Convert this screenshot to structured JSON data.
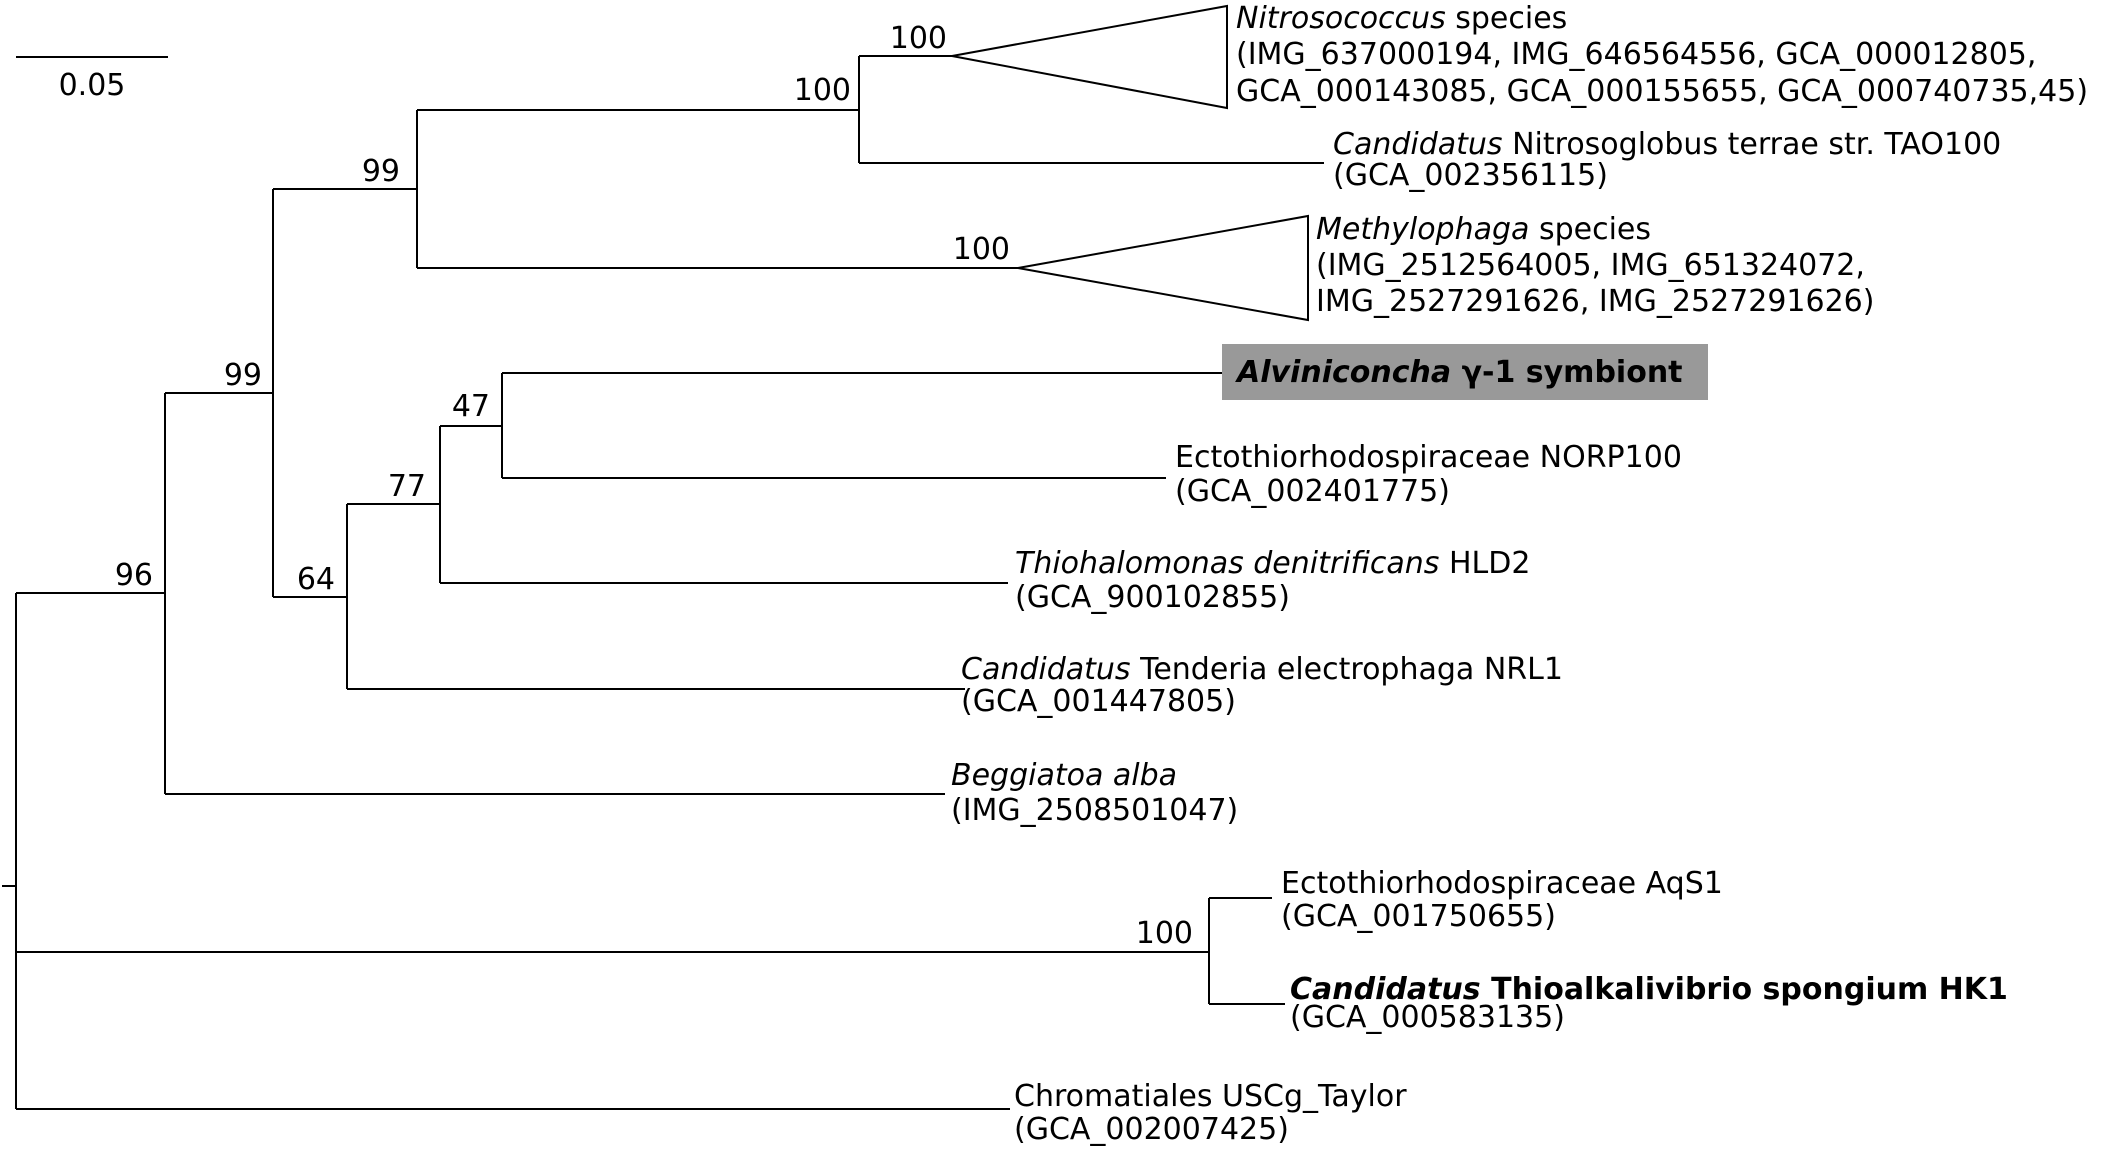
{
  "scale_bar": {
    "label": "0.05"
  },
  "support_values": {
    "nitrosococcus_clade": "100",
    "nitrosococcus_nitrosoglobus": "100",
    "upper_group": "99",
    "methylophaga_clade": "100",
    "upper_ingroup": "99",
    "ingroup": "96",
    "alviniconcha_group": "47",
    "thiohalomonas_group": "77",
    "tenderia_group": "64",
    "thioalkalivibrio_group": "100"
  },
  "taxa": {
    "nitrosococcus": {
      "name_italic": "Nitrosococcus",
      "name_rest": " species",
      "ids_line1": "(IMG_637000194, IMG_646564556, GCA_000012805,",
      "ids_line2": "GCA_000143085, GCA_000155655, GCA_000740735,45)"
    },
    "nitrosoglobus": {
      "name_italic": "Candidatus",
      "name_rest": " Nitrosoglobus terrae str. TAO100",
      "accession": "(GCA_002356115)"
    },
    "methylophaga": {
      "name_italic": "Methylophaga",
      "name_rest": " species",
      "ids_line1": "(IMG_2512564005, IMG_651324072,",
      "ids_line2": "IMG_2527291626, IMG_2527291626)"
    },
    "alviniconcha": {
      "name_italic": "Alviniconcha",
      "name_rest": " γ-1 symbiont",
      "highlight_color": "#999999"
    },
    "norp100": {
      "name": "Ectothiorhodospiraceae NORP100",
      "accession": "(GCA_002401775)"
    },
    "thiohalomonas": {
      "name_italic": "Thiohalomonas denitrificans",
      "name_rest": " HLD2",
      "accession": "(GCA_900102855)"
    },
    "tenderia": {
      "name_italic": "Candidatus",
      "name_rest": " Tenderia electrophaga NRL1",
      "accession": "(GCA_001447805)"
    },
    "beggiatoa": {
      "name_italic": "Beggiatoa alba",
      "accession": "(IMG_2508501047)"
    },
    "aqs1": {
      "name": "Ectothiorhodospiraceae AqS1",
      "accession": "(GCA_001750655)"
    },
    "thioalkalivibrio": {
      "name_italic": "Candidatus",
      "name_rest": " Thioalkalivibrio spongium HK1",
      "accession": "(GCA_000583135)"
    },
    "chromatiales": {
      "name": "Chromatiales USCg_Taylor",
      "accession": "(GCA_002007425)"
    }
  }
}
